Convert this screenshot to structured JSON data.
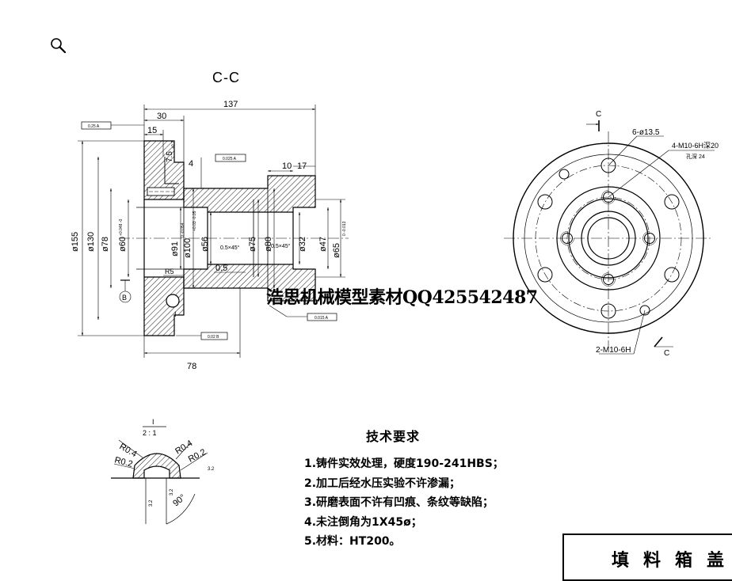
{
  "toolbar": {
    "zoom_icon": "magnifier-icon"
  },
  "section_view": {
    "title": "C-C",
    "dims": {
      "d137": "137",
      "d30": "30",
      "d15": "15",
      "d10": "10",
      "d17": "17",
      "d78": "78",
      "d4": "4",
      "d0_5": "0.5",
      "d7_5": "7.5",
      "dia155": "ø155",
      "dia130": "ø130",
      "dia78": "ø78",
      "dia60": "ø60",
      "dia91": "ø91",
      "dia100": "ø100",
      "dia56": "ø56",
      "dia75": "ø75",
      "dia80": "ø80",
      "dia32": "ø32",
      "dia47": "ø47",
      "dia65": "ø65",
      "r5": "R5",
      "chamfer1": "0.5×45°",
      "chamfer2": "0.5×45°",
      "datum_b": "B",
      "detail_mark": "I"
    },
    "tolerances": {
      "t1": "0.25 A",
      "t2": "0.025 A",
      "t3": "0.015 A",
      "t4": "0.02 B",
      "tol60": "+0.048\n-0",
      "tol91": "0\n-0.054",
      "tol100": "+0.03\n-0.05",
      "tol65": "0\n-0.013",
      "tol7_5": "+0.2"
    }
  },
  "end_view": {
    "section_mark": "C",
    "holes_label": "6-ø13.5",
    "threads_label": "4-M10-6H深20",
    "depth_label": "孔深 24",
    "bottom_label": "2-M10-6H"
  },
  "detail_view": {
    "title": "I",
    "scale": "2 : 1",
    "r04_left": "R0.4",
    "r02_left": "R0.2",
    "r04_right": "R0.4",
    "r02_right": "R0.2",
    "angle": "90°",
    "rough1": "3.2",
    "rough2": "3.2",
    "rough3": "3.2"
  },
  "watermark": "浩思机械模型素材QQ425542487",
  "requirements": {
    "title": "技术要求",
    "items": [
      "1.铸件实效处理，硬度190-241HBS；",
      "2.加工后经水压实验不许渗漏；",
      "3.研磨表面不许有凹痕、条纹等缺陷；",
      "4.未注倒角为1X45ø；",
      "5.材料：HT200。"
    ]
  },
  "title_block": {
    "name": "填料箱盖"
  }
}
